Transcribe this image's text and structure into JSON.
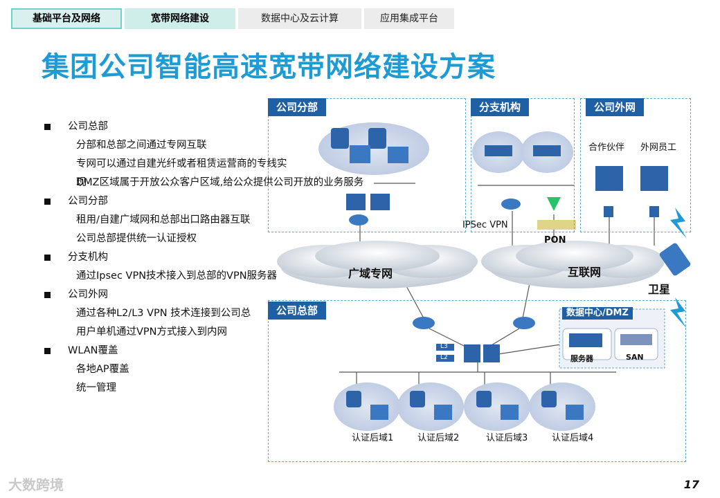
{
  "nav": {
    "tabs": [
      {
        "label": "基础平台及网络"
      },
      {
        "label": "宽带网络建设"
      },
      {
        "label": "数据中心及云计算"
      },
      {
        "label": "应用集成平台"
      }
    ]
  },
  "title": "集团公司智能高速宽带网络建设方案",
  "bullets": [
    {
      "head": "公司总部",
      "subs": [
        "分部和总部之间通过专网互联",
        "专网可以通过自建光纤或者租赁运营商的专线实现",
        "DMZ区域属于开放公众客户区域,给公众提供公司开放的业务服务"
      ]
    },
    {
      "head": "公司分部",
      "subs": [
        "租用/自建广域网和总部出口路由器互联",
        "公司总部提供统一认证授权"
      ]
    },
    {
      "head": "分支机构",
      "subs": [
        "通过Ipsec VPN技术接入到总部的VPN服务器"
      ]
    },
    {
      "head": "公司外网",
      "subs": [
        "通过各种L2/L3 VPN 技术连接到公司总",
        "用户单机通过VPN方式接入到内网"
      ]
    },
    {
      "head": "WLAN覆盖",
      "subs": [
        "各地AP覆盖",
        "统一管理"
      ]
    }
  ],
  "diagram": {
    "zones": {
      "branch": "公司分部",
      "office": "分支机构",
      "external": "公司外网",
      "hq": "公司总部",
      "dmz": "数据中心/DMZ"
    },
    "clouds": {
      "wan": "广域专网",
      "internet": "互联网"
    },
    "labels": {
      "partner": "合作伙伴",
      "remote_staff": "外网员工",
      "ipsec": "IPSec VPN",
      "pon": "PON",
      "satellite": "卫星",
      "server": "服务器",
      "san": "SAN",
      "l3": "L3",
      "l2": "L2"
    },
    "auth_domains": [
      "认证后域1",
      "认证后域2",
      "认证后域3",
      "认证后域4"
    ]
  },
  "footer": {
    "page_number": "17",
    "watermark": "大数跨境"
  },
  "colors": {
    "accent_blue": "#1e9bd4",
    "zone_label_bg": "#1f5fa3",
    "tab_active": "#cfeeea"
  }
}
